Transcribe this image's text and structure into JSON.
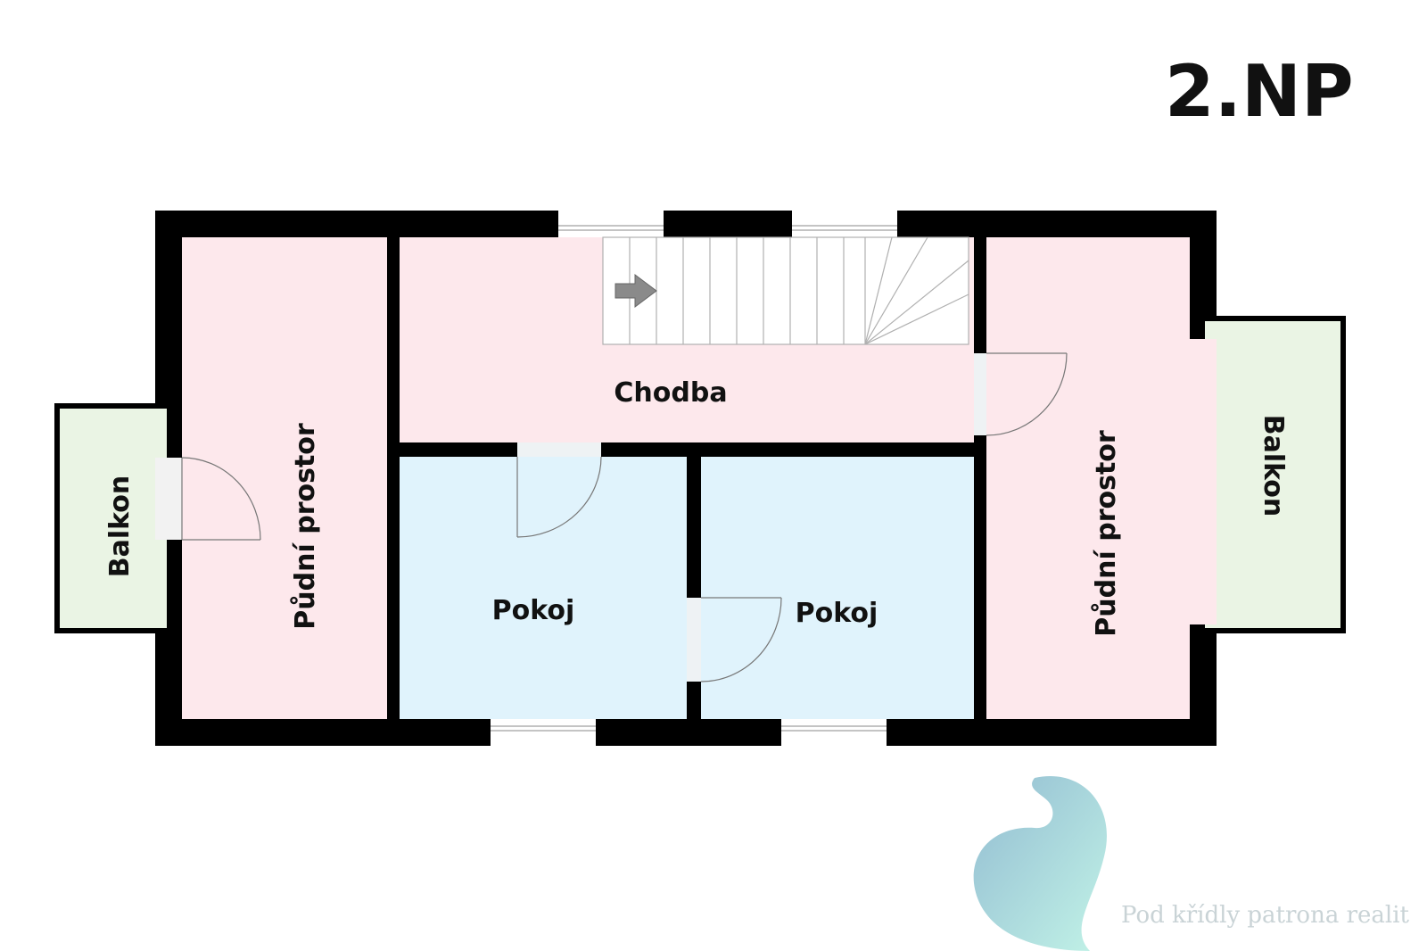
{
  "floor": {
    "title": "2.NP"
  },
  "colors": {
    "wall": "#000000",
    "attic_fill": "#fde8ec",
    "room_fill": "#e0f3fc",
    "balcony_fill": "#eaf4e4",
    "opening": "#f2f2f2",
    "stair_line": "#b0b0b0",
    "arrow": "#8a8a8a",
    "logo_start": "#7fb0c9",
    "logo_end": "#b7f1e3",
    "watermark_text": "#c9d3d6"
  },
  "rooms": {
    "attic_left": "Půdní prostor",
    "attic_right": "Půdní prostor",
    "hallway": "Chodba",
    "room_left": "Pokoj",
    "room_right": "Pokoj",
    "balcony_left": "Balkon",
    "balcony_right": "Balkon"
  },
  "watermark": {
    "text": "Pod křídly patrona realit"
  }
}
